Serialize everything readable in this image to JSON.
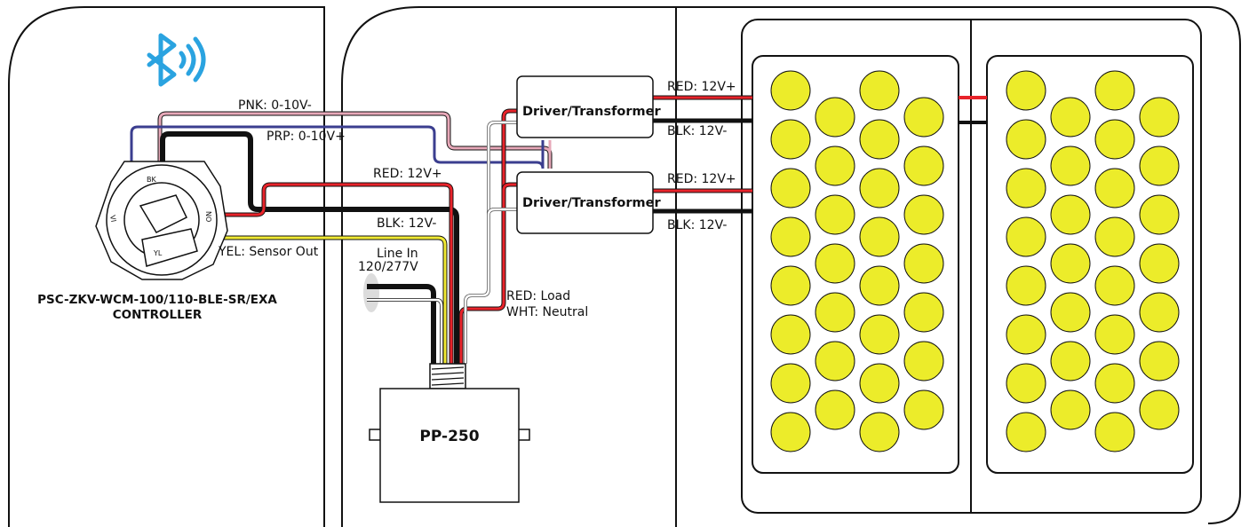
{
  "colors": {
    "red": "#e8232a",
    "black": "#111111",
    "white_wire": "#ffffff",
    "pink": "#e7a8b8",
    "purple": "#3b3e8f",
    "yellow": "#f1ea33",
    "led_fill": "#ecec2a",
    "bluetooth": "#2aa3e0"
  },
  "controller": {
    "icon": "bluetooth-icon",
    "name_line1": "PSC-ZKV-WCM-100/110-BLE-SR/EXA",
    "name_line2": "CONTROLLER"
  },
  "wires": {
    "pnk": "PNK: 0-10V-",
    "prp": "PRP: 0-10V+",
    "red": "RED: 12V+",
    "blk": "BLK: 12V-",
    "yel": "YEL: Sensor Out",
    "line_in_1": "Line In",
    "line_in_2": "120/277V",
    "red_load": "RED: Load",
    "wht_neutral": "WHT: Neutral"
  },
  "drivers": [
    {
      "label": "Driver/Transformer",
      "out_pos": "RED: 12V+",
      "out_neg": "BLK: 12V-"
    },
    {
      "label": "Driver/Transformer",
      "out_pos": "RED: 12V+",
      "out_neg": "BLK: 12V-"
    }
  ],
  "power_pack": {
    "label": "PP-250"
  }
}
